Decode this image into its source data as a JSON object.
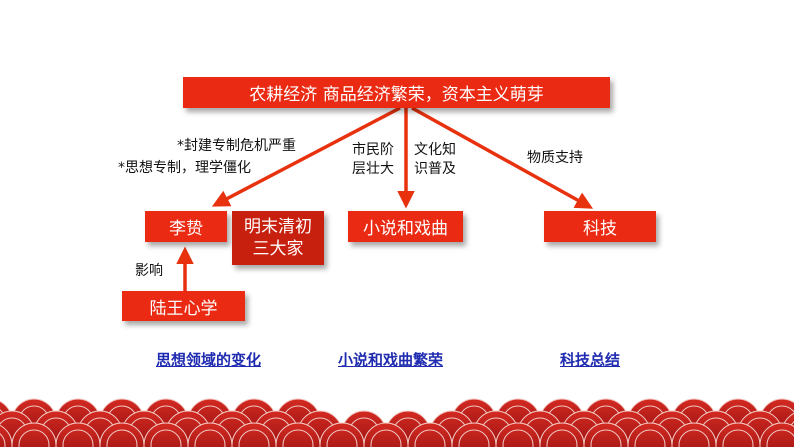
{
  "top_box": "农耕经济 商品经济繁荣，资本主义萌芽",
  "nodes": {
    "li_zhi": "李贽",
    "ming_qing": "明末清初三大家",
    "novel_drama": "小说和戏曲",
    "technology": "科技",
    "lu_wang": "陆王心学"
  },
  "edge_labels": {
    "feudal_crisis": "*封建专制危机严重",
    "thought_control": "*思想专制，理学僵化",
    "citizens": "市民阶层壮大",
    "culture": "文化知识普及",
    "material": "物质支持",
    "influence": "影响"
  },
  "links": {
    "thought_change": "思想领域的变化",
    "novel_prosper": "小说和戏曲繁荣",
    "tech_summary": "科技总结"
  },
  "colors": {
    "box_red": "#ea2a13",
    "arrow_red": "#e8320e",
    "link_blue": "#1f2bb0",
    "wave_red": "#b31515"
  }
}
